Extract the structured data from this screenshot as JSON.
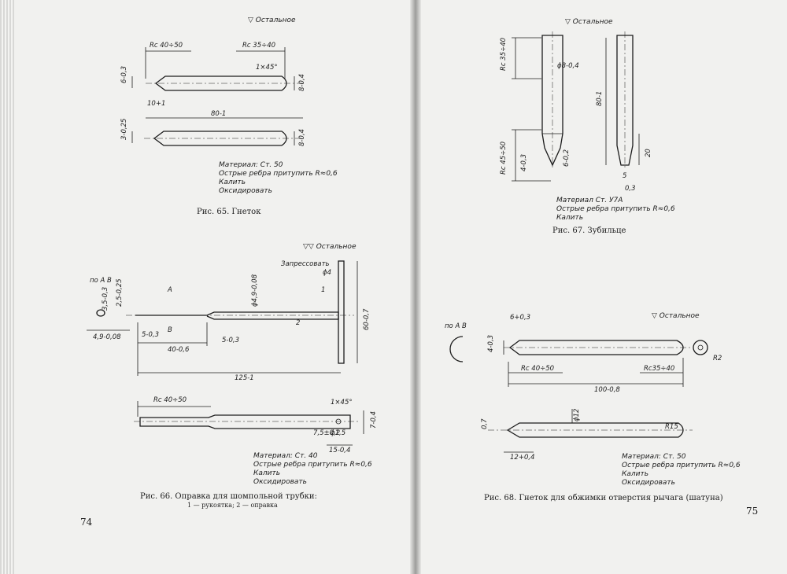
{
  "left_page": {
    "page_number": "74",
    "fig65": {
      "finish_mark": "▽ Остальное",
      "dims": [
        "Rc 40÷50",
        "Rc 35÷40",
        "1×45°",
        "6-0,3",
        "8-0,4",
        "10+1",
        "80-1",
        "3-0,25",
        "8-0,4"
      ],
      "notes": [
        "Материал: Ст. 50",
        "Острые ребра притупить R≈0,6",
        "Калить",
        "Оксидировать"
      ],
      "caption": "Рис. 65. Гнеток"
    },
    "fig66": {
      "finish_mark": "▽▽ Остальное",
      "dims": [
        "по А В",
        "А",
        "В",
        "3,5-0,3",
        "2,5-0,25",
        "4,9-0,08",
        "5-0,3",
        "40-0,6",
        "5-0,3",
        "ϕ4,9-0,08",
        "ϕ4",
        "Запрессовать",
        "1",
        "2",
        "60-0,7",
        "125-1",
        "Rc 40÷50",
        "1×45°",
        "7,5±0,2",
        "ϕ1,5",
        "7-0,4",
        "15-0,4"
      ],
      "notes": [
        "Материал: Ст. 40",
        "Острые ребра притупить R≈0,6",
        "Калить",
        "Оксидировать"
      ],
      "caption": "Рис. 66. Оправка для шомпольной трубки:",
      "legend": "1 — рукоятка; 2 — оправка"
    }
  },
  "right_page": {
    "page_number": "75",
    "fig67": {
      "finish_mark": "▽ Остальное",
      "dims": [
        "Rc 35÷40",
        "ϕ8-0,4",
        "80-1",
        "Rc 45÷50",
        "4-0,3",
        "6-0,2",
        "20",
        "5",
        "0,3"
      ],
      "notes": [
        "Материал Ст. У7А",
        "Острые ребра притупить R≈0,6",
        "Калить"
      ],
      "caption": "Рис. 67. Зубильце"
    },
    "fig68": {
      "finish_mark": "▽ Остальное",
      "dims": [
        "по А В",
        "6+0,3",
        "4-0,3",
        "Rc 40÷50",
        "Rc35÷40",
        "R2",
        "100-0,8",
        "ϕ12",
        "0,7",
        "R15",
        "12+0,4"
      ],
      "notes": [
        "Материал: Ст. 50",
        "Острые ребра притупить R≈0,6",
        "Калить",
        "Оксидировать"
      ],
      "caption": "Рис. 68. Гнеток для обжимки отверстия рычага (шатуна)"
    }
  }
}
